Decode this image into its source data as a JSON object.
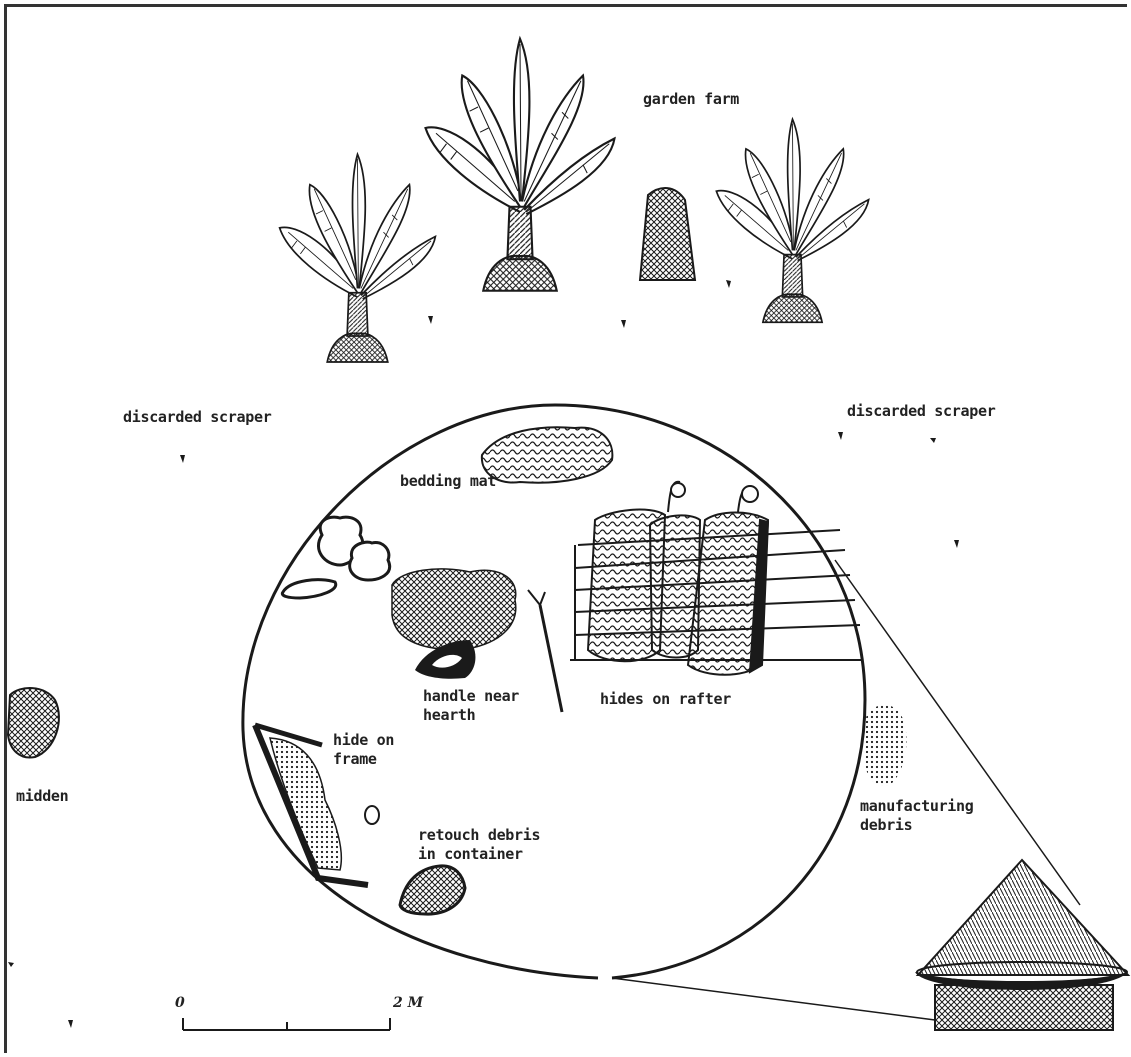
{
  "labels": {
    "garden_farm": "garden farm",
    "discarded_scraper_left": "discarded scraper",
    "discarded_scraper_right": "discarded scraper",
    "bedding_mat": "bedding mat",
    "handle_near_hearth": "handle near\nhearth",
    "hides_on_rafter": "hides on rafter",
    "hide_on_frame": "hide on\nframe",
    "retouch_debris": "retouch debris\nin container",
    "manufacturing_debris": "manufacturing\ndebris",
    "midden": "midden"
  },
  "scale": {
    "start": "0",
    "end": "2 M"
  },
  "colors": {
    "ink": "#1a1a1a",
    "paper": "#ffffff"
  }
}
